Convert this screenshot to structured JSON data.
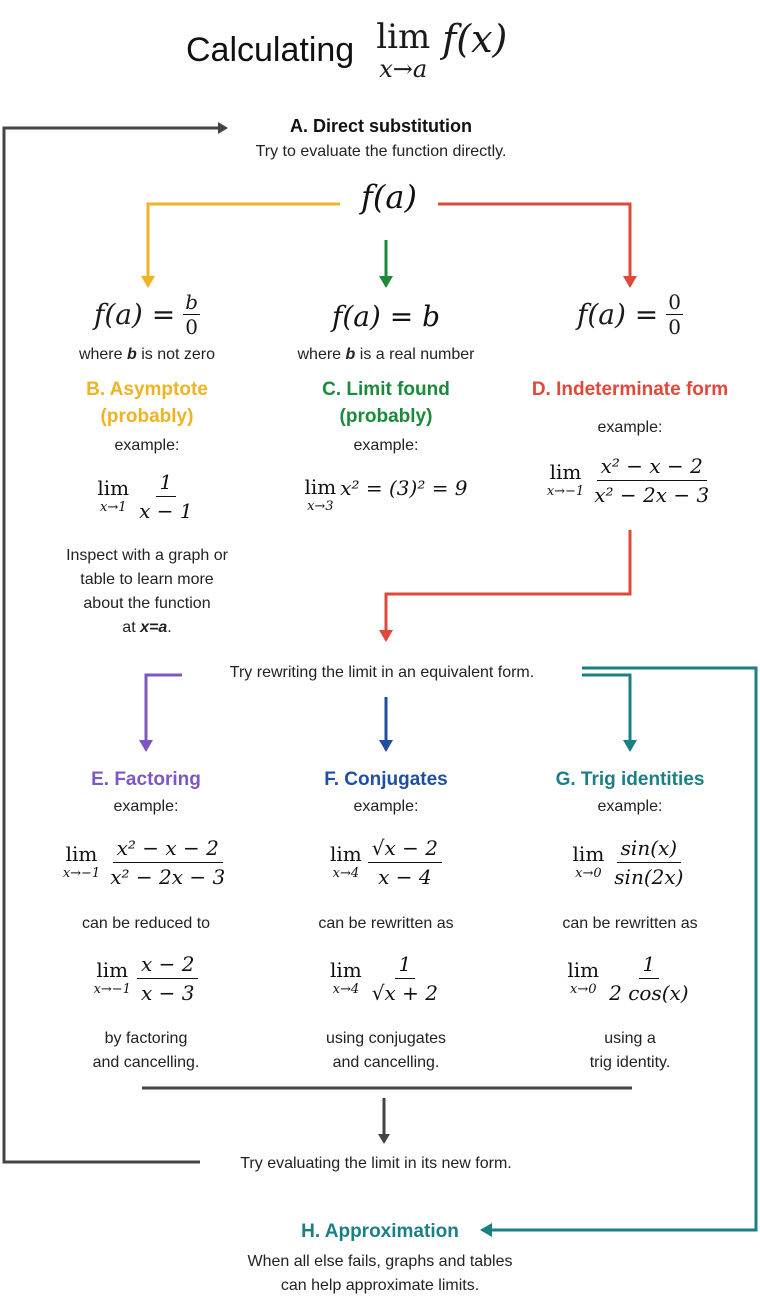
{
  "title": {
    "text": "Calculating",
    "lim": "lim",
    "lim_sub": "x→a",
    "func": "f(x)"
  },
  "A": {
    "heading": "A. Direct substitution",
    "desc": "Try to evaluate the function directly.",
    "expr": "f(a)"
  },
  "B": {
    "expr_lhs": "f(a) =",
    "frac_num": "b",
    "frac_den": "0",
    "note_pre": "where",
    "note_var": "b",
    "note_post": "is not zero",
    "heading_1": "B. Asymptote",
    "heading_2": "(probably)",
    "example_label": "example:",
    "ex_lim_sub": "x→1",
    "ex_num": "1",
    "ex_den": "x − 1",
    "inspect_1": "Inspect with a graph or",
    "inspect_2": "table to learn more",
    "inspect_3": "about the function",
    "inspect_4_pre": "at",
    "inspect_4_var": "x=a",
    "inspect_4_post": "."
  },
  "C": {
    "expr": "f(a) = b",
    "note_pre": "where",
    "note_var": "b",
    "note_post": "is a real number",
    "heading_1": "C. Limit found",
    "heading_2": "(probably)",
    "example_label": "example:",
    "ex_lim_sub": "x→3",
    "ex_body": "x² = (3)² = 9"
  },
  "D": {
    "expr_lhs": "f(a) =",
    "frac_num": "0",
    "frac_den": "0",
    "heading": "D. Indeterminate form",
    "example_label": "example:",
    "ex_lim_sub": "x→−1",
    "ex_num": "x² − x − 2",
    "ex_den": "x² − 2x − 3"
  },
  "rewrite": "Try rewriting the limit in an equivalent form.",
  "E": {
    "heading": "E. Factoring",
    "example_label": "example:",
    "ex_lim_sub": "x→−1",
    "ex_num": "x² − x − 2",
    "ex_den": "x² − 2x − 3",
    "middle": "can be reduced to",
    "res_lim_sub": "x→−1",
    "res_num": "x − 2",
    "res_den": "x − 3",
    "foot_1": "by factoring",
    "foot_2": "and cancelling."
  },
  "F": {
    "heading": "F. Conjugates",
    "example_label": "example:",
    "ex_lim_sub": "x→4",
    "ex_num": "√x − 2",
    "ex_den": "x − 4",
    "middle": "can be rewritten as",
    "res_lim_sub": "x→4",
    "res_num": "1",
    "res_den": "√x + 2",
    "foot_1": "using conjugates",
    "foot_2": "and cancelling."
  },
  "G": {
    "heading": "G. Trig identities",
    "example_label": "example:",
    "ex_lim_sub": "x→0",
    "ex_num": "sin(x)",
    "ex_den": "sin(2x)",
    "middle": "can be rewritten as",
    "res_lim_sub": "x→0",
    "res_num": "1",
    "res_den": "2 cos(x)",
    "foot_1": "using a",
    "foot_2": "trig identity."
  },
  "evaluate": "Try evaluating the limit in its new form.",
  "H": {
    "heading": "H. Approximation",
    "desc_1": "When all else fails, graphs and tables",
    "desc_2": "can help approximate limits."
  },
  "colors": {
    "yellow": "#f0b323",
    "green": "#1b8a3a",
    "red": "#e0483a",
    "purple": "#7e57c2",
    "blue": "#1f4fa0",
    "teal": "#1b7f86",
    "dark": "#444444"
  }
}
